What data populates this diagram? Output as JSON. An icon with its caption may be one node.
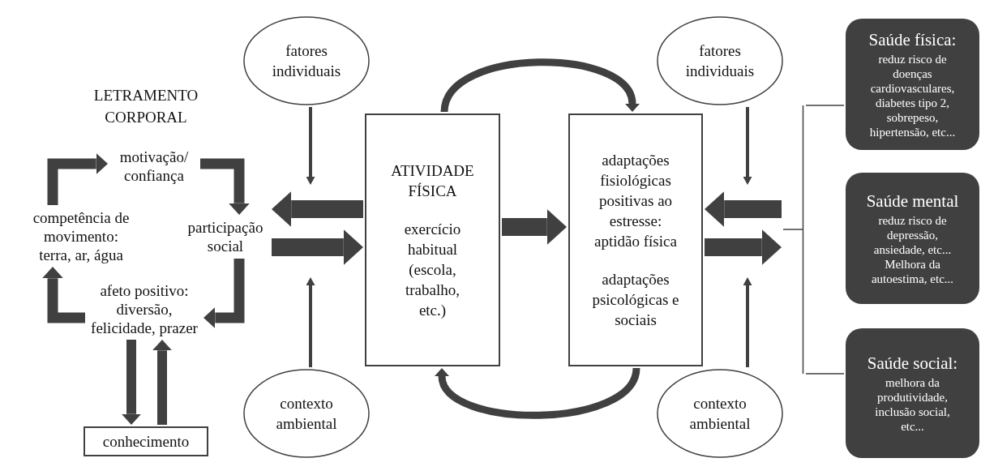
{
  "diagram": {
    "nodes": [
      {
        "text": [
          "motivação/ confiança"
        ]
      },
      {
        "text": [
          "competência de movimento: terra, ar, água"
        ]
      },
      {
        "text": [
          "participação social"
        ]
      },
      {
        "text": [
          "afeto positivo: diversão, felicidade, prazer"
        ]
      },
      {
        "text": [
          "conhecimento"
        ]
      },
      {
        "text": [
          "fatores individuais"
        ]
      },
      {
        "text": [
          "contexto ambiental"
        ]
      },
      {
        "text": [
          "ATIVIDADE FÍSICA",
          "exercício habitual (escola, trabalho, etc.)"
        ]
      },
      {
        "text": [
          "adaptações fisiológicas positivas ao estresse: aptidão física",
          "adaptações psicológicas e sociais"
        ]
      },
      {
        "text": [
          "fatores individuais"
        ]
      },
      {
        "text": [
          "contexto ambiental"
        ]
      },
      {
        "text": [
          "Saúde física:",
          "reduz risco de doenças cardiovasculares, diabetes tipo 2, sobrepeso, hipertensão, etc..."
        ]
      },
      {
        "text": [
          "Saúde mental",
          "reduz risco de depressão, ansiedade, etc... Melhora da autoestima, etc..."
        ]
      },
      {
        "text": [
          "Saúde social:",
          "melhora da produtividade, inclusão social, etc..."
        ]
      },
      {
        "text": [],
        "shape": "bracket"
      }
    ],
    "edges": [
      {
        "from": 1,
        "to": 0,
        "arrow": "to"
      },
      {
        "from": 0,
        "to": 2,
        "arrow": "to"
      },
      {
        "from": 2,
        "to": 3,
        "arrow": "to"
      },
      {
        "from": 3,
        "to": 1,
        "arrow": "to"
      },
      {
        "from": 3,
        "to": 4,
        "arrow": "to"
      },
      {
        "from": 4,
        "to": 3,
        "arrow": "to"
      },
      {
        "from": 5,
        "to": null,
        "arrow": "to"
      },
      {
        "from": 6,
        "to": null,
        "arrow": "to"
      },
      {
        "from": 7,
        "to": 2,
        "arrow": "to",
        "style": "thick"
      },
      {
        "from": 2,
        "to": 7,
        "arrow": "to",
        "style": "thick"
      },
      {
        "from": 7,
        "to": 8,
        "arrow": "to",
        "style": "thick"
      },
      {
        "from": 7,
        "to": 8,
        "arrow": "to"
      },
      {
        "from": 8,
        "to": 7,
        "arrow": "to"
      },
      {
        "from": 9,
        "to": null,
        "arrow": "to"
      },
      {
        "from": 10,
        "to": null,
        "arrow": "to"
      },
      {
        "from": 14,
        "to": 8,
        "arrow": "to",
        "style": "thick"
      },
      {
        "from": 8,
        "to": 14,
        "arrow": "to",
        "style": "thick"
      },
      {
        "from": 14,
        "to": 11,
        "arrow": "none"
      },
      {
        "from": 14,
        "to": 13,
        "arrow": "none"
      }
    ],
    "labels": [
      "LETRAMENTO CORPORAL"
    ]
  }
}
